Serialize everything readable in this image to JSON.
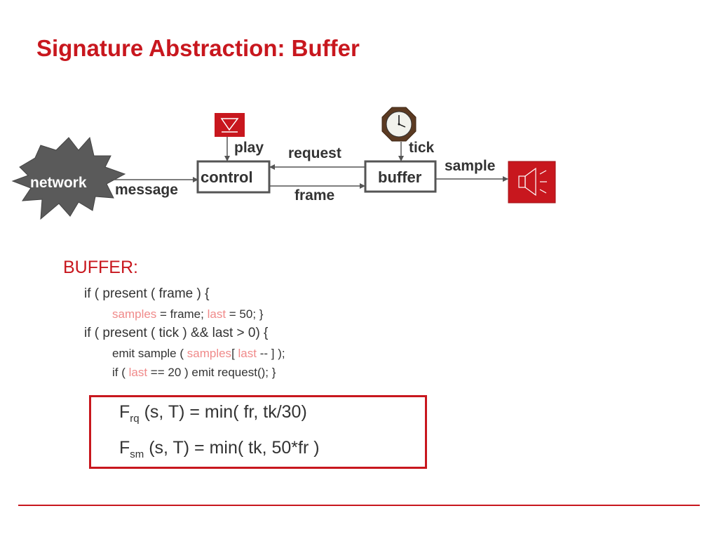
{
  "title": "Signature Abstraction: Buffer",
  "diagram": {
    "network": "network",
    "message": "message",
    "control": "control",
    "play": "play",
    "request": "request",
    "frame": "frame",
    "buffer": "buffer",
    "tick": "tick",
    "sample": "sample",
    "icons": [
      "play-trigger-icon",
      "clock-icon",
      "speaker-icon"
    ],
    "colors": {
      "accent": "#c8171e",
      "network_fill": "#555555",
      "box_border": "#555555"
    }
  },
  "code": {
    "heading": "BUFFER:",
    "line1": "if ( present ( frame ) {",
    "line2": {
      "a": "samples",
      "b": " = frame;   ",
      "c": "last",
      "d": " = 50; }"
    },
    "line3": "if ( present ( tick ) && last > 0) {",
    "line4": {
      "a": "emit sample ( ",
      "b": "samples",
      "c": "[ ",
      "d": "last",
      "e": " -- ] );"
    },
    "line5": {
      "a": "if ( ",
      "b": "last",
      "c": " == 20 ) emit request(); }"
    }
  },
  "formulas": {
    "f1": {
      "base": "F",
      "sub": "rq",
      "rest": " (s, T)  = min( fr, tk/30)"
    },
    "f2": {
      "base": "F",
      "sub": "sm",
      "rest": " (s, T) = min( tk, 50*fr )"
    }
  }
}
